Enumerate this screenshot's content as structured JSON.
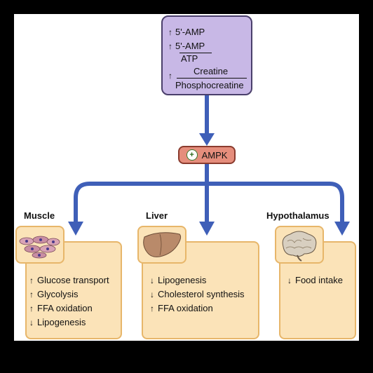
{
  "signal": {
    "line1_arrow": "↑",
    "line1_text": "5'-AMP",
    "line2_arrow": "↑",
    "line2_numerator": "5'-AMP",
    "line2_denominator": "ATP",
    "line3_arrow": "↑",
    "line3_numerator": "Creatine",
    "line3_denominator": "Phosphocreatine"
  },
  "ampk": {
    "symbol": "+",
    "label": "AMPK"
  },
  "organs": [
    {
      "title": "Muscle",
      "icon": "muscle-cells-icon",
      "items": [
        {
          "arrow": "↑",
          "text": "Glucose transport"
        },
        {
          "arrow": "↑",
          "text": "Glycolysis"
        },
        {
          "arrow": "↑",
          "text": "FFA oxidation"
        },
        {
          "arrow": "↓",
          "text": "Lipogenesis"
        }
      ]
    },
    {
      "title": "Liver",
      "icon": "liver-icon",
      "items": [
        {
          "arrow": "↓",
          "text": "Lipogenesis"
        },
        {
          "arrow": "↓",
          "text": "Cholesterol synthesis"
        },
        {
          "arrow": "↑",
          "text": "FFA oxidation"
        }
      ]
    },
    {
      "title": "Hypothalamus",
      "icon": "brain-icon",
      "items": [
        {
          "arrow": "↓",
          "text": "Food intake"
        }
      ]
    }
  ],
  "colors": {
    "arrow": "#3f5fb8",
    "signal_box": "#c8b8e6",
    "ampk_box": "#e58d7c",
    "panel": "#fbe3b8",
    "panel_border": "#e7b66a"
  }
}
